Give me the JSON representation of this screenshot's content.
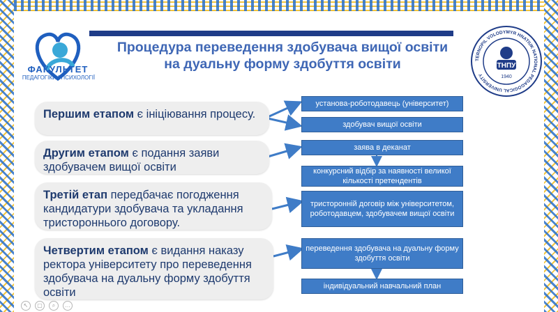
{
  "header": {
    "title_line1": "Процедура переведення здобувача вищої освіти",
    "title_line2": "на дуальну форму здобуття освіти"
  },
  "faculty": {
    "name": "ФАКУЛЬТЕТ",
    "subtitle": "ПЕДАГОГІКИ І ПСИХОЛОГІЇ"
  },
  "seal": {
    "abbr": "ТНПУ",
    "year": "1940",
    "ring_text": "TERNOPIL VOLODYMYR HNATIUK NATIONAL PEDAGOGICAL UNIVERSITY"
  },
  "steps": [
    {
      "bold": "Першим етапом",
      "text": " є ініціювання процесу."
    },
    {
      "bold": "Другим етапом",
      "text": " є подання заяви здобувачем вищої освіти"
    },
    {
      "bold": "Третій етап",
      "text": " передбачає погодження кандидатури здобувача та укладання тристороннього договору."
    },
    {
      "bold": "Четвертим етапом",
      "text": " є видання наказу ректора університету про переведення здобувача на дуальну форму здобуття освіти"
    }
  ],
  "boxes": {
    "b1": "установа-роботодавець (університет)",
    "b2": "здобувач вищої освіти",
    "b3": "заява в деканат",
    "b4": "конкурсний відбір за наявності великої кількості претендентів",
    "b5": "тристоронній договір між університетом, роботодавцем, здобувачем вищої освіти",
    "b6": "переведення здобувача на дуальну форму здобуття освіти",
    "b7": "індивідуальний навчальний план"
  },
  "colors": {
    "title": "#3f67b5",
    "box_fill": "#3f7cc7",
    "step_text": "#1e3a6e",
    "arrow": "#3f7cc7"
  },
  "icons": [
    "pointer-icon",
    "copy-icon",
    "zoom-icon",
    "more-icon"
  ]
}
